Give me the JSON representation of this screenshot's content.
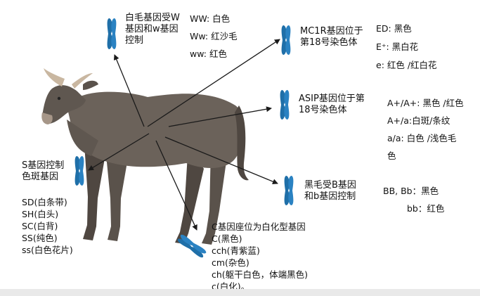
{
  "colors": {
    "chromosome": "#1f6fa8",
    "cow_body": "#6b625a",
    "cow_dark": "#4f4741",
    "horn": "#c9b7a1",
    "arrow": "#1a1a1a"
  },
  "icons": {
    "chromosome": "chromosome-icon",
    "cow": "cow-illustration"
  },
  "white_gene": {
    "title_lines": [
      "白毛基因受W",
      "基因和w基因",
      "控制"
    ],
    "alleles": [
      "WW: 白色",
      "Ww: 红沙毛",
      "ww: 红色"
    ]
  },
  "mc1r": {
    "title_lines": [
      "MC1R基因位于",
      "第18号染色体"
    ],
    "alleles": [
      "ED: 黑色",
      "E⁺: 黑白花",
      "e:    红色 /红白花"
    ]
  },
  "asip": {
    "title_lines": [
      "ASIP基因位于第",
      "18号染色体"
    ],
    "alleles": [
      "A+/A+:  黑色  /红色",
      "A+/a:白斑/条纹",
      "a/a:  白色  /浅色毛",
      "色"
    ]
  },
  "black_gene": {
    "title_lines": [
      "黑毛受B基因",
      "和b基因控制"
    ],
    "alleles": [
      "BB, Bb：黑色",
      "bb：红色"
    ]
  },
  "s_gene": {
    "title_lines": [
      "S基因控制",
      "色斑基因"
    ],
    "alleles": [
      "SD(白条带)",
      "SH(白头)",
      "SC(白背)",
      "SS(纯色)",
      "ss(白色花片)"
    ]
  },
  "c_gene": {
    "title_lines": [
      "C基因座位为白化型基因"
    ],
    "alleles": [
      "C(黑色)",
      "cch(青紫蓝)",
      "cm(杂色)",
      "ch(躯干白色，体端黑色)",
      "c(白化)。"
    ]
  }
}
